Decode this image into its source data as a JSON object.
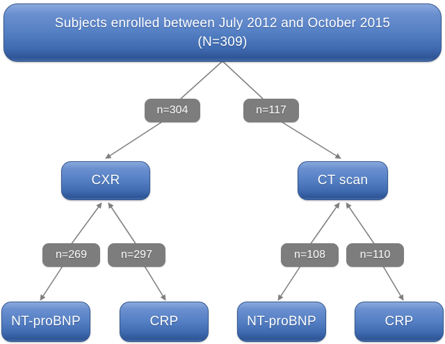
{
  "diagram": {
    "title": "Subjects enrolled between July 2012 and October 2015 (N=309)",
    "type": "flowchart",
    "background_color": "#ffffff",
    "palette": {
      "node_blue_top": "#8aa9dd",
      "node_blue_bottom": "#2f5596",
      "label_gray": "#7d7d7d",
      "connector_gray": "#808080",
      "node_text": "#ffffff"
    },
    "header": {
      "line1": "Subjects enrolled between July 2012 and October 2015",
      "line2": "(N=309)",
      "text": "Subjects enrolled between July 2012 and October 2015\n(N=309)"
    },
    "edge_labels": [
      {
        "id": "n-304",
        "text": "n=304"
      },
      {
        "id": "n-117",
        "text": "n=117"
      },
      {
        "id": "n-269",
        "text": "n=269"
      },
      {
        "id": "n-297",
        "text": "n=297"
      },
      {
        "id": "n-108",
        "text": "n=108"
      },
      {
        "id": "n-110",
        "text": "n=110"
      }
    ],
    "modality_nodes": [
      {
        "id": "cxr",
        "text": "CXR"
      },
      {
        "id": "ct-scan",
        "text": "CT scan"
      }
    ],
    "biomarker_nodes": [
      {
        "id": "cxr-ntprobnp",
        "text": "NT-proBNP"
      },
      {
        "id": "cxr-crp",
        "text": "CRP"
      },
      {
        "id": "ct-ntprobnp",
        "text": "NT-proBNP"
      },
      {
        "id": "ct-crp",
        "text": "CRP"
      }
    ]
  }
}
